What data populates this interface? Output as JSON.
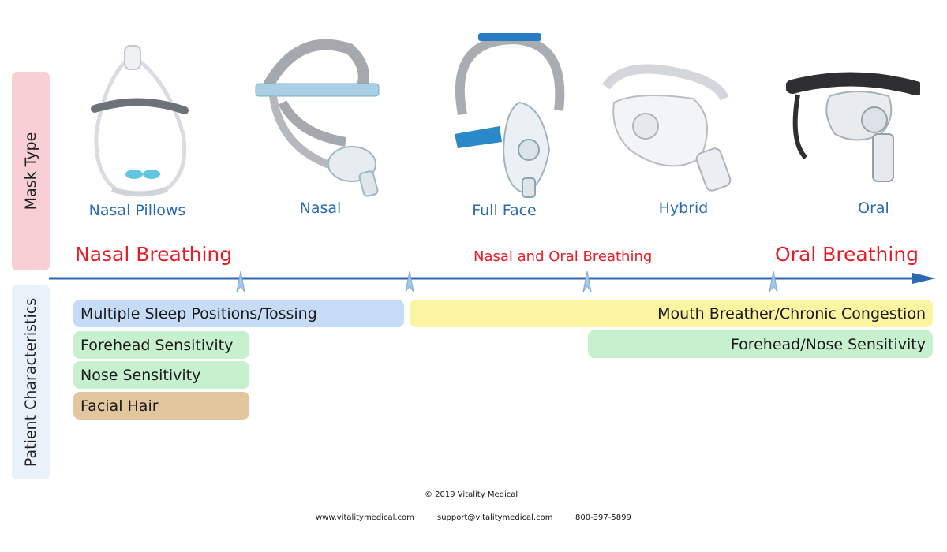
{
  "side_labels": {
    "mask_type": "Mask Type",
    "patient": "Patient Characteristics"
  },
  "masks": [
    {
      "label": "Nasal Pillows",
      "icon": "nasal-pillows-mask-icon"
    },
    {
      "label": "Nasal",
      "icon": "nasal-mask-icon"
    },
    {
      "label": "Full Face",
      "icon": "full-face-mask-icon"
    },
    {
      "label": "Hybrid",
      "icon": "hybrid-mask-icon"
    },
    {
      "label": "Oral",
      "icon": "oral-mask-icon"
    }
  ],
  "breathing": {
    "nasal": "Nasal Breathing",
    "both": "Nasal and Oral Breathing",
    "oral": "Oral Breathing"
  },
  "characteristics": [
    {
      "label": "Multiple Sleep Positions/Tossing",
      "color": "#c6dcf6"
    },
    {
      "label": "Mouth Breather/Chronic Congestion",
      "color": "#fbf4a0"
    },
    {
      "label": "Forehead Sensitivity",
      "color": "#c7f0cf"
    },
    {
      "label": "Forehead/Nose Sensitivity",
      "color": "#c7f0cf"
    },
    {
      "label": "Nose Sensitivity",
      "color": "#c7f0cf"
    },
    {
      "label": "Facial Hair",
      "color": "#e2c79e"
    }
  ],
  "colors": {
    "axis": "#2b6ab2",
    "mask_label": "#2b6ab2",
    "breathing_label": "#e81c24"
  },
  "footer": {
    "copyright": "© 2019   Vitality Medical",
    "website": "www.vitalitymedical.com",
    "email": "support@vitalitymedical.com",
    "phone": "800-397-5899"
  }
}
